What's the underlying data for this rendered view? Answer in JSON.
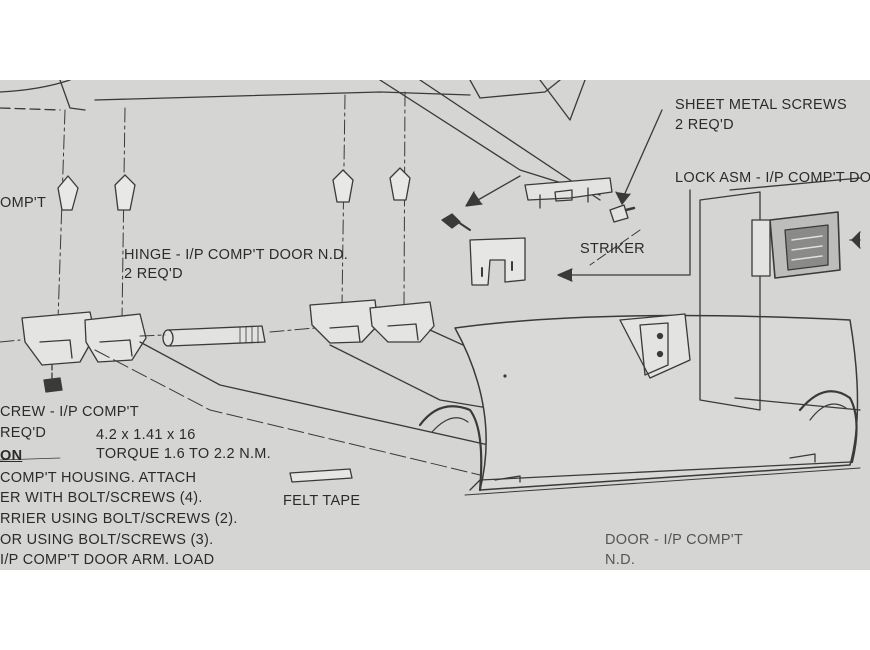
{
  "labels": {
    "sheet_metal_screws": "SHEET METAL SCREWS",
    "sheet_metal_screws_qty": "2 REQ'D",
    "lock_asm": "LOCK ASM - I/P COMP'T DO",
    "comp_t_fragment": "OMP'T",
    "hinge": "HINGE - I/P COMP'T DOOR N.D.",
    "hinge_qty": "2 REQ'D",
    "striker": "STRIKER",
    "screw": "CREW - I/P COMP'T",
    "screw_qty": "REQ'D",
    "screw_spec": "4.2 x 1.41 x 16",
    "torque": "TORQUE 1.6 TO 2.2 N.M.",
    "felt_tape": "FELT TAPE",
    "door": "DOOR - I/P COMP'T",
    "door_nd": "N.D."
  },
  "instructions": {
    "heading_fragment": "ON",
    "line1": "COMP'T HOUSING. ATTACH",
    "line2": "ER WITH BOLT/SCREWS (4).",
    "line3": "RRIER USING BOLT/SCREWS (2).",
    "line4": "OR USING BOLT/SCREWS (3).",
    "line5": "I/P COMP'T DOOR ARM. LOAD"
  },
  "colors": {
    "paper": "#d5d5d3",
    "ink": "#2b2b2b"
  }
}
